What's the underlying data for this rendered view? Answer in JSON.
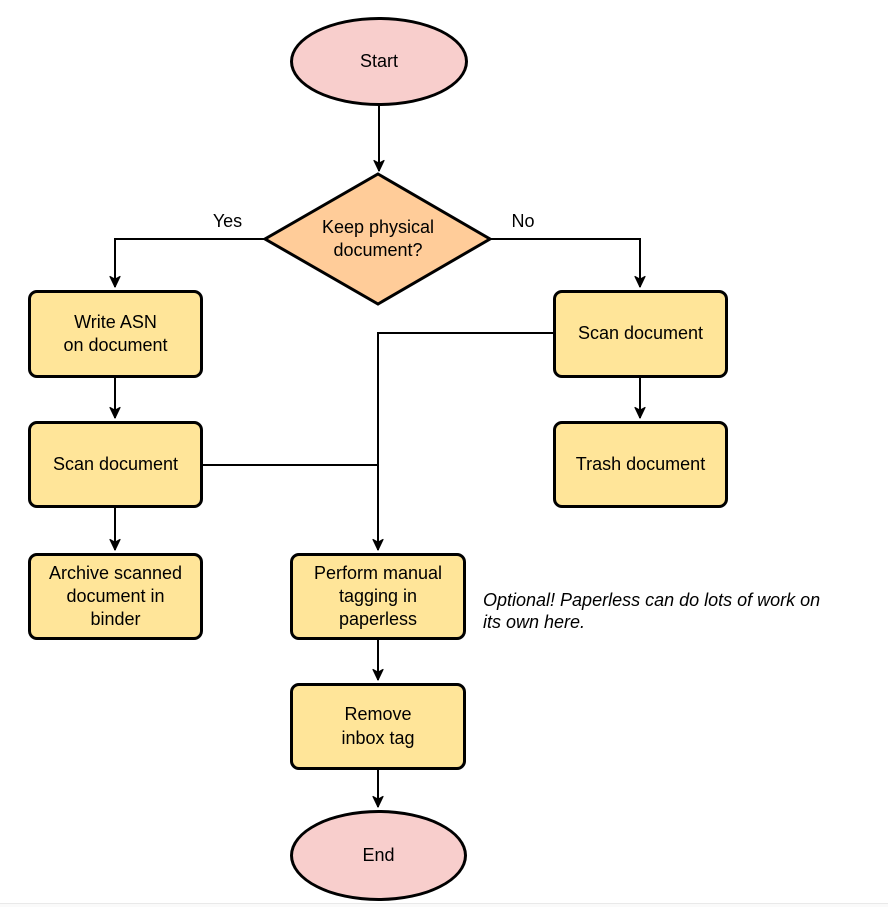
{
  "diagram": {
    "nodes": {
      "start": {
        "label": "Start"
      },
      "decision": {
        "label": "Keep physical\ndocument?"
      },
      "write_asn": {
        "label": "Write ASN\non document"
      },
      "scan_left": {
        "label": "Scan document"
      },
      "archive": {
        "label": "Archive scanned\ndocument in\nbinder"
      },
      "scan_right": {
        "label": "Scan document"
      },
      "trash": {
        "label": "Trash document"
      },
      "tagging": {
        "label": "Perform manual\ntagging in\npaperless"
      },
      "remove_inbox": {
        "label": "Remove\ninbox tag"
      },
      "end": {
        "label": "End"
      }
    },
    "edge_labels": {
      "yes": "Yes",
      "no": "No"
    },
    "annotation": "Optional! Paperless can do lots of work on\nits own here.",
    "colors": {
      "terminal_fill": "#F8CECC",
      "process_fill": "#FFE599",
      "decision_fill": "#FFCC99",
      "stroke": "#000000"
    }
  }
}
